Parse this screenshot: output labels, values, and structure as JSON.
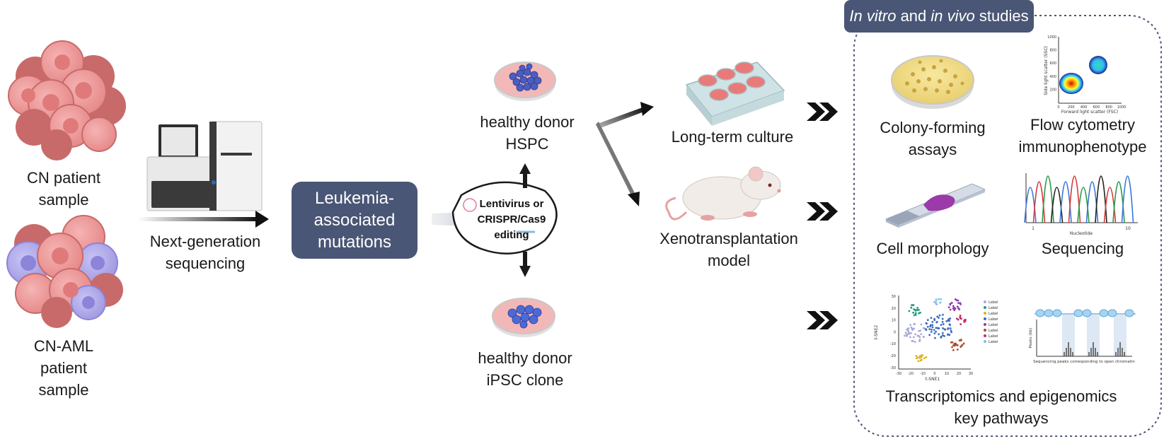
{
  "labels": {
    "cn_patient": [
      "CN patient",
      "sample"
    ],
    "cn_aml_patient": [
      "CN-AML",
      "patient",
      "sample"
    ],
    "ngs": [
      "Next-generation",
      "sequencing"
    ],
    "mutations": [
      "Leukemia-",
      "associated",
      "mutations"
    ],
    "editing": [
      "Lentivirus or",
      "CRISPR/Cas9",
      "editing"
    ],
    "hspc": [
      "healthy donor",
      "HSPC"
    ],
    "ipsc": [
      "healthy donor",
      "iPSC clone"
    ],
    "long_term": "Long-term culture",
    "xeno": [
      "Xenotransplantation",
      "model"
    ],
    "colony": [
      "Colony-forming",
      "assays"
    ],
    "flow": [
      "Flow cytometry",
      "immunophenotype"
    ],
    "morphology": "Cell morphology",
    "sequencing": "Sequencing",
    "omics": [
      "Transcriptomics and epigenomics",
      "key pathways"
    ]
  },
  "studies_header": {
    "part1": "In vitro",
    "part2": " and ",
    "part3": "in vivo",
    "part4": " studies"
  },
  "plot_text": {
    "flow_xlabel": "Forward light scatter (FSC)",
    "flow_ylabel": "Side light scatter (SSC)",
    "flow_xticks": [
      "0",
      "200",
      "400",
      "600",
      "800",
      "1000"
    ],
    "flow_yticks": [
      "1000",
      "800",
      "600",
      "400",
      "200"
    ],
    "seq_xlabel": "Nucleotide",
    "seq_xticks": [
      "1",
      "10"
    ],
    "tsne_xlabel": "t-SNE1",
    "tsne_ylabel": "t-SNE2",
    "tsne_xticks": [
      "-30",
      "-20",
      "-10",
      "0",
      "10",
      "20",
      "30"
    ],
    "tsne_yticks": [
      "30",
      "20",
      "10",
      "0",
      "-10",
      "-20",
      "-30"
    ],
    "tsne_legend": [
      "Label",
      "Label",
      "Label",
      "Label",
      "Label",
      "Label",
      "Label",
      "Label"
    ],
    "atac_xlabel": "Sequencing peaks corresponding to open chromatin",
    "atac_ylabel": "Peaks (kb)"
  },
  "colors": {
    "accent_box": "#4a5675",
    "cell_pink": "#e98f8f",
    "cell_dark": "#c86a6a",
    "cell_purple": "#a9a3e8",
    "dish_pink": "#f2b8b8",
    "cell_blue": "#4b5ec0",
    "tsne_clusters": [
      "#a8a8d8",
      "#1f9a7a",
      "#e0b020",
      "#3c6bbd",
      "#8b3da8",
      "#b04a2a",
      "#c0306a",
      "#7ec0e8"
    ]
  }
}
